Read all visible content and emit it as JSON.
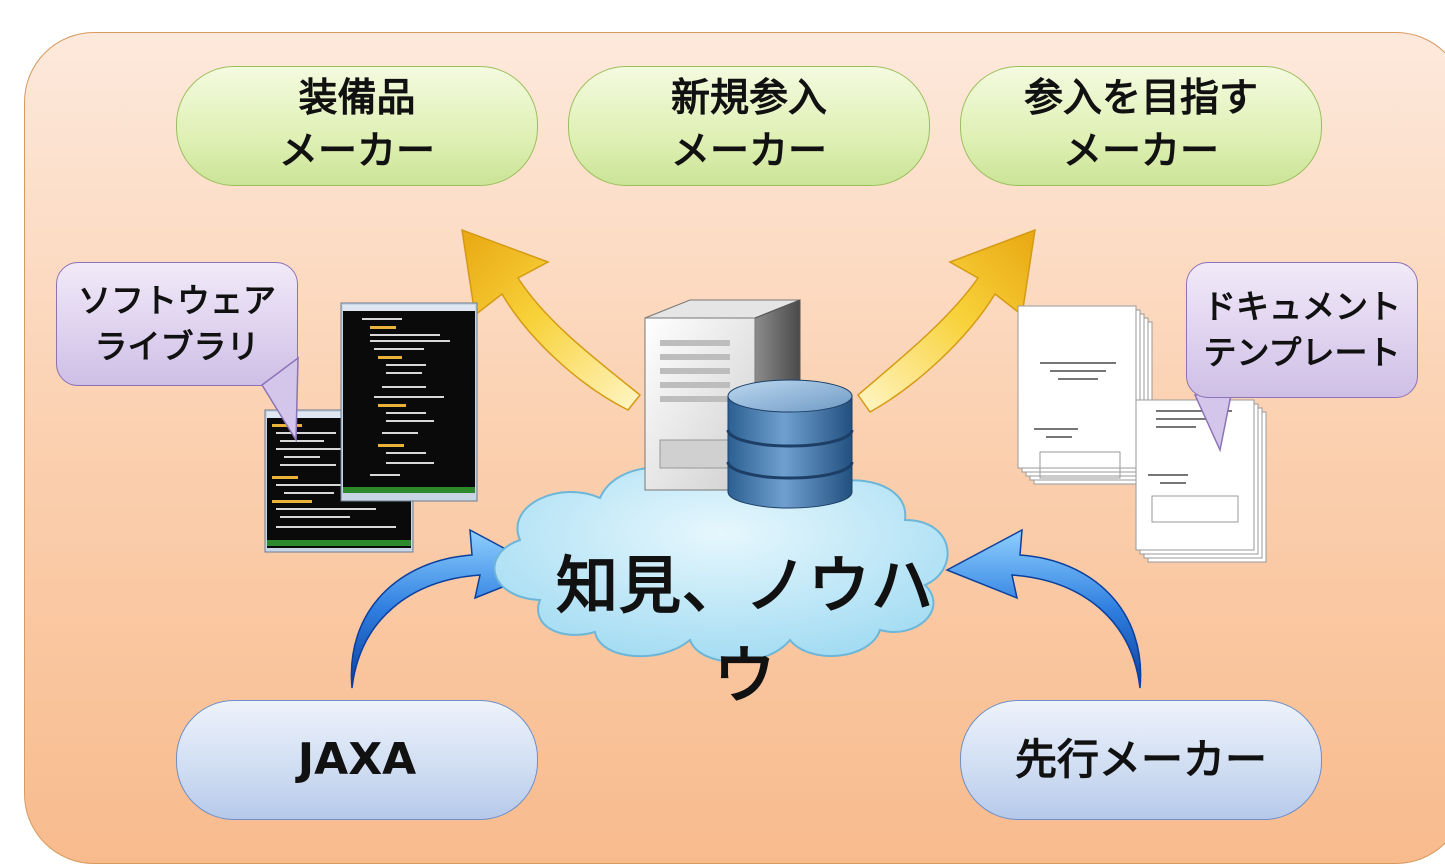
{
  "top_targets": [
    {
      "line1": "装備品",
      "line2": "メーカー"
    },
    {
      "line1": "新規参入",
      "line2": "メーカー"
    },
    {
      "line1": "参入を目指す",
      "line2": "メーカー"
    }
  ],
  "callouts": {
    "software": {
      "line1": "ソフトウェア",
      "line2": "ライブラリ"
    },
    "document": {
      "line1": "ドキュメント",
      "line2": "テンプレート"
    }
  },
  "cloud_label": "知見、ノウハウ",
  "sources": {
    "left": "JAXA",
    "right": "先行メーカー"
  },
  "icons": {
    "server": "server-icon",
    "database": "database-icon",
    "code_windows": "code-window-screenshot",
    "documents": "document-stack-image"
  },
  "colors": {
    "panel": "#fbd2b3",
    "green_pill": "#dff0b5",
    "blue_pill": "#c9d8f0",
    "callout": "#ddd0ee",
    "arrow_yellow": "#f5c21a",
    "arrow_blue": "#2f7fe0",
    "cloud": "#b9e6f7"
  }
}
